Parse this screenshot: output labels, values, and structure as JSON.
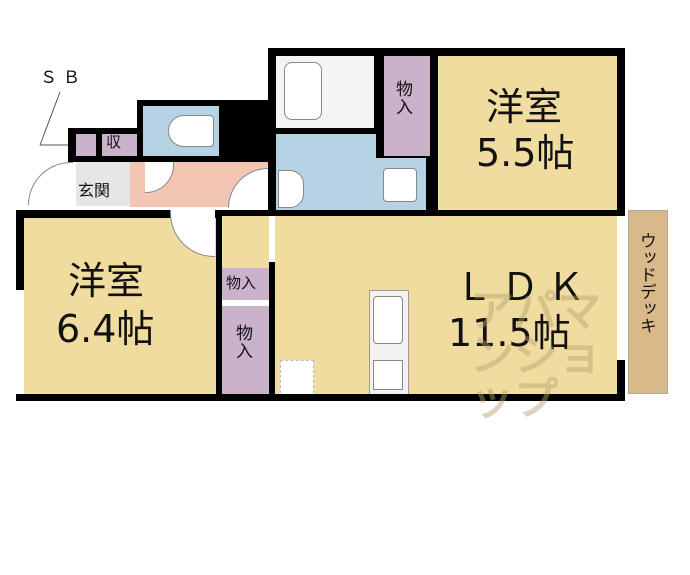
{
  "floorplan": {
    "rooms": [
      {
        "id": "western-room-1",
        "name": "洋室",
        "size": "5.5帖"
      },
      {
        "id": "western-room-2",
        "name": "洋室",
        "size": "6.4帖"
      },
      {
        "id": "ldk",
        "name": "ＬＤＫ",
        "size": "11.5帖"
      }
    ],
    "storage": {
      "top": "物\n入",
      "mid": "物入",
      "bottom": "物\n入",
      "small": "収"
    },
    "entrance": "玄関",
    "shoe_box": "ＳＢ",
    "deck": "ウッドデッキ",
    "watermark": "アパマンショップ"
  },
  "colors": {
    "floor": "#f1dca0",
    "wet_area": "#b5d3e3",
    "hallway": "#f3c6b3",
    "closet": "#cbb2cb",
    "deck": "#d9b98a",
    "wall": "#000000"
  }
}
